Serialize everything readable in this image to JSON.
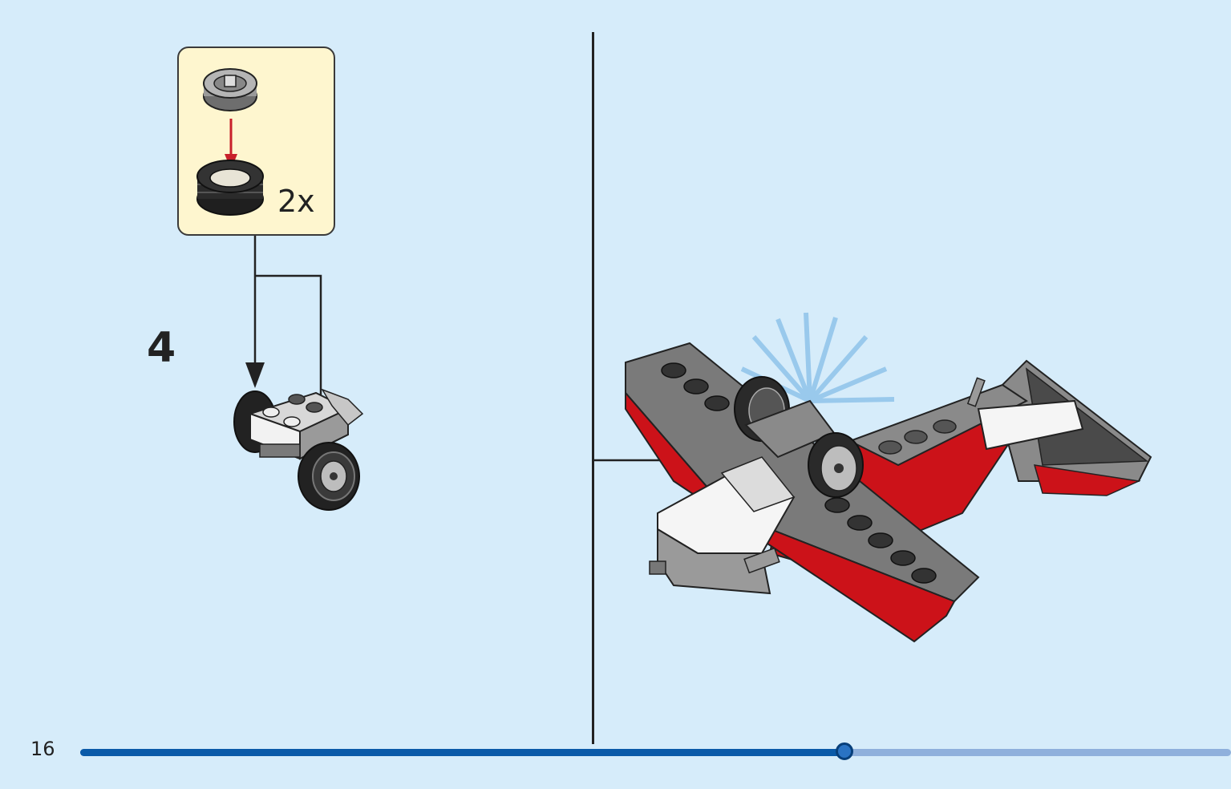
{
  "page": {
    "page_number": "16",
    "step_number": "4",
    "progress_fraction": 0.664
  },
  "callout": {
    "quantity": "2x",
    "parts": [
      "wheel-rim",
      "tire"
    ]
  },
  "colors": {
    "background": "#d6ecfa",
    "callout_bg": "#fef6cf",
    "progress_fill": "#0a5aa8",
    "progress_track": "#8fb0dc",
    "arrow_red": "#c8202a",
    "brick_red": "#cc1219",
    "brick_gray": "#8a8a8a",
    "brick_white": "#f5f5f5",
    "tire_black": "#262626"
  }
}
